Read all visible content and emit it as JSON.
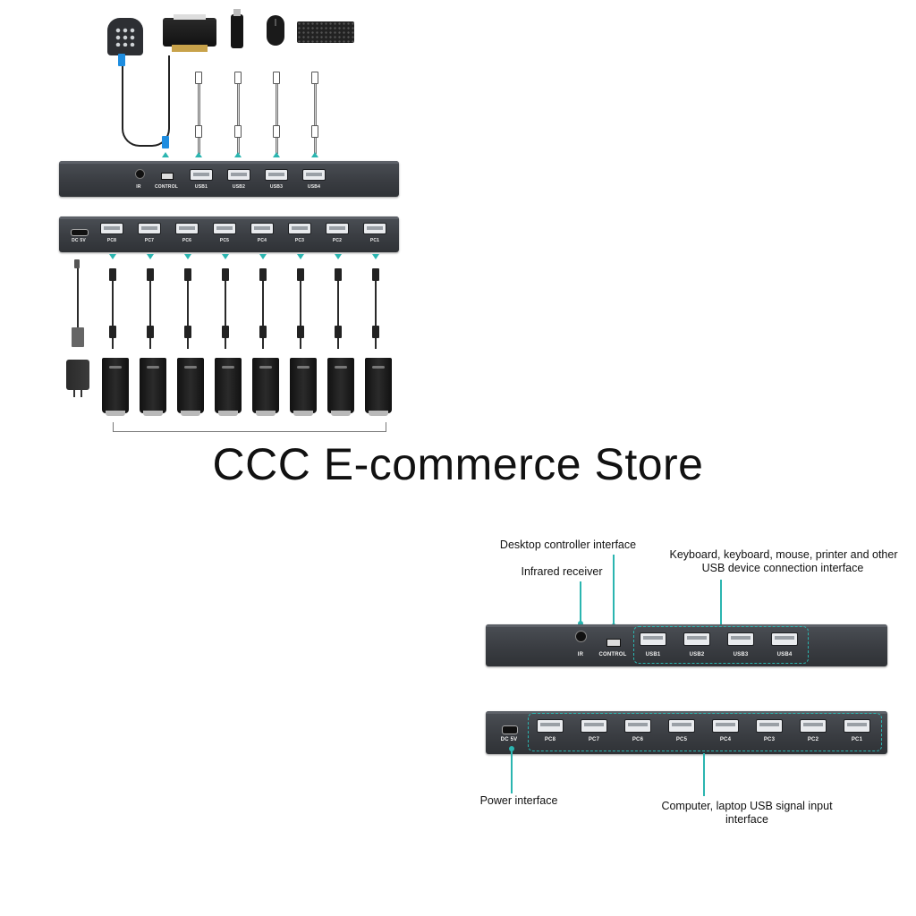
{
  "watermark": "CCC E-commerce Store",
  "hub_top": {
    "ir_label": "IR",
    "control_label": "CONTROL",
    "usb_ports": [
      "USB1",
      "USB2",
      "USB3",
      "USB4"
    ]
  },
  "hub_bottom": {
    "power_label": "DC 5V",
    "pc_ports": [
      "PC8",
      "PC7",
      "PC6",
      "PC5",
      "PC4",
      "PC3",
      "PC2",
      "PC1"
    ]
  },
  "peripherals": [
    "desktop-controller",
    "printer",
    "usb-flash-drive",
    "mouse",
    "keyboard"
  ],
  "callouts": {
    "desktop_controller": "Desktop controller interface",
    "infrared": "Infrared receiver",
    "usb_devices_line1": "Keyboard, keyboard, mouse, printer and other",
    "usb_devices_line2": "USB device connection interface",
    "power": "Power interface",
    "computer_line1": "Computer, laptop USB signal input",
    "computer_line2": "interface"
  },
  "accent_color": "#2bb5b0"
}
